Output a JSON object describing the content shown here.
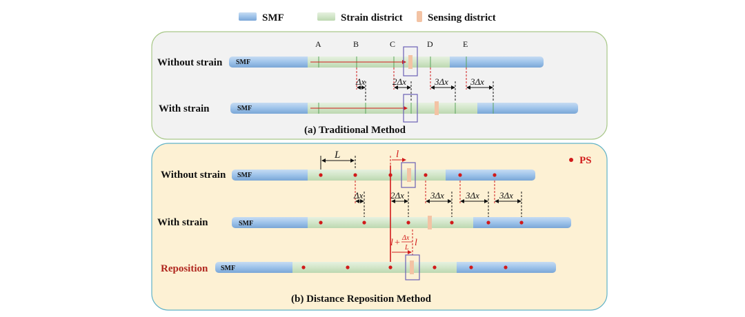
{
  "legend": {
    "items": [
      {
        "label": "SMF",
        "color": "#9ec3ea"
      },
      {
        "label": "Strain district",
        "color": "#d6e8cf"
      },
      {
        "label": "Sensing district",
        "color": "#f3c3a4"
      }
    ]
  },
  "panel_a": {
    "caption": "(a) Traditional Method",
    "row1_label": "Without strain",
    "row2_label": "With strain",
    "fiber_label": "SMF",
    "points": [
      "A",
      "B",
      "C",
      "D",
      "E"
    ],
    "delta_labels": [
      "Δx",
      "2Δx",
      "3Δx",
      "3Δx"
    ]
  },
  "panel_b": {
    "caption": "(b) Distance Reposition Method",
    "row1_label": "Without strain",
    "row2_label": "With strain",
    "row3_label": "Reposition",
    "fiber_label": "SMF",
    "ps_label": "PS",
    "L_label": "L",
    "l_label": "l",
    "delta_labels": [
      "Δx",
      "2Δx",
      "3Δx",
      "3Δx",
      "3Δx"
    ],
    "formula": {
      "l": "l",
      "plus": "+",
      "num": "Δx",
      "den": "L",
      "l2": "l"
    }
  },
  "colors": {
    "smf": "#9ec3ea",
    "strain": "#d6e8cf",
    "sensing": "#f3c3a4",
    "red": "#d11a1a",
    "box": "#6a5fb5",
    "panel_a_bg": "#f2f2f2",
    "panel_a_border": "#a9c889",
    "panel_b_bg": "#fdf1d4",
    "panel_b_border": "#5fb2c7",
    "reposition_text": "#b0261e"
  }
}
